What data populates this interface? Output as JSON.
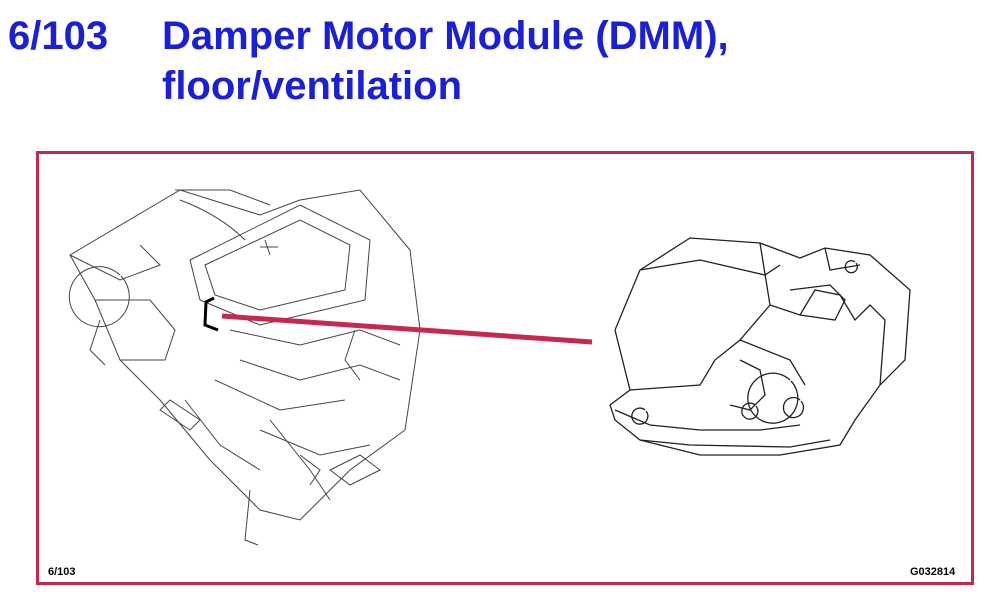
{
  "header": {
    "code": "6/103",
    "title_line1": "Damper Motor Module (DMM),",
    "title_line2": "floor/ventilation"
  },
  "figure": {
    "footer_left": "6/103",
    "footer_right": "G032814",
    "frame_color": "#c8284e",
    "leader_color": "#c8284e",
    "title_color": "#1b20d8"
  }
}
